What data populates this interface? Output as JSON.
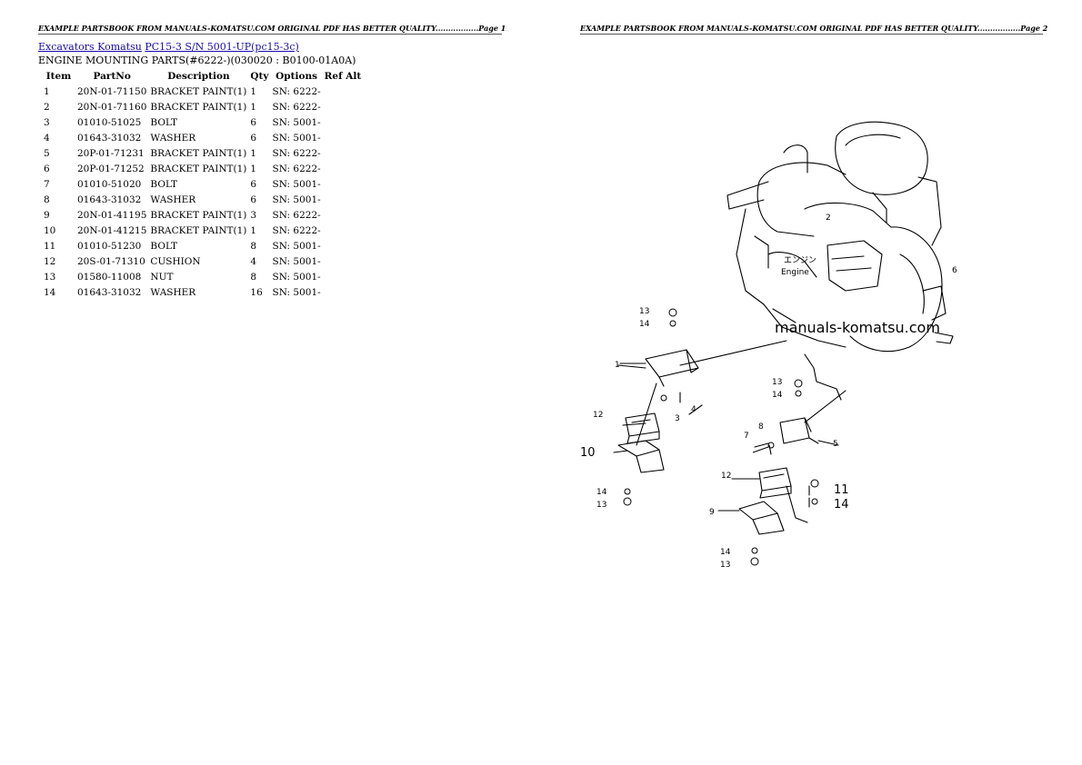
{
  "header": {
    "page1": "EXAMPLE PARTSBOOK FROM MANUALS-KOMATSU.COM ORIGINAL PDF HAS BETTER QUALITY.................Page 1",
    "page2": "EXAMPLE PARTSBOOK FROM MANUALS-KOMATSU.COM ORIGINAL PDF HAS BETTER QUALITY.................Page 2"
  },
  "breadcrumb": {
    "link1": "Excavators Komatsu",
    "link2": "PC15-3 S/N 5001-UP(pc15-3c)"
  },
  "section_title": "ENGINE MOUNTING PARTS(#6222-)(030020 : B0100-01A0A)",
  "table": {
    "headers": [
      "Item",
      "PartNo",
      "Description",
      "Qty",
      "Options",
      "Ref Alt"
    ],
    "rows": [
      [
        "1",
        "20N-01-71150",
        "BRACKET PAINT(1)",
        "1",
        "SN: 6222-",
        ""
      ],
      [
        "2",
        "20N-01-71160",
        "BRACKET PAINT(1)",
        "1",
        "SN: 6222-",
        ""
      ],
      [
        "3",
        "01010-51025",
        "BOLT",
        "6",
        "SN: 5001-",
        ""
      ],
      [
        "4",
        "01643-31032",
        "WASHER",
        "6",
        "SN: 5001-",
        ""
      ],
      [
        "5",
        "20P-01-71231",
        "BRACKET PAINT(1)",
        "1",
        "SN: 6222-",
        ""
      ],
      [
        "6",
        "20P-01-71252",
        "BRACKET PAINT(1)",
        "1",
        "SN: 6222-",
        ""
      ],
      [
        "7",
        "01010-51020",
        "BOLT",
        "6",
        "SN: 5001-",
        ""
      ],
      [
        "8",
        "01643-31032",
        "WASHER",
        "6",
        "SN: 5001-",
        ""
      ],
      [
        "9",
        "20N-01-41195",
        "BRACKET PAINT(1)",
        "3",
        "SN: 6222-",
        ""
      ],
      [
        "10",
        "20N-01-41215",
        "BRACKET PAINT(1)",
        "1",
        "SN: 6222-",
        ""
      ],
      [
        "11",
        "01010-51230",
        "BOLT",
        "8",
        "SN: 5001-",
        ""
      ],
      [
        "12",
        "20S-01-71310",
        "CUSHION",
        "4",
        "SN: 5001-",
        ""
      ],
      [
        "13",
        "01580-11008",
        "NUT",
        "8",
        "SN: 5001-",
        ""
      ],
      [
        "14",
        "01643-31032",
        "WASHER",
        "16",
        "SN: 5001-",
        ""
      ]
    ]
  },
  "diagram": {
    "engine_label_jp": "エンジン",
    "engine_label": "Engine",
    "watermark": "manuals-komatsu.com",
    "callouts": [
      "1",
      "2",
      "3",
      "4",
      "5",
      "6",
      "7",
      "8",
      "9",
      "10",
      "11",
      "12",
      "13",
      "14"
    ]
  },
  "colors": {
    "link": "#1a0dab"
  }
}
